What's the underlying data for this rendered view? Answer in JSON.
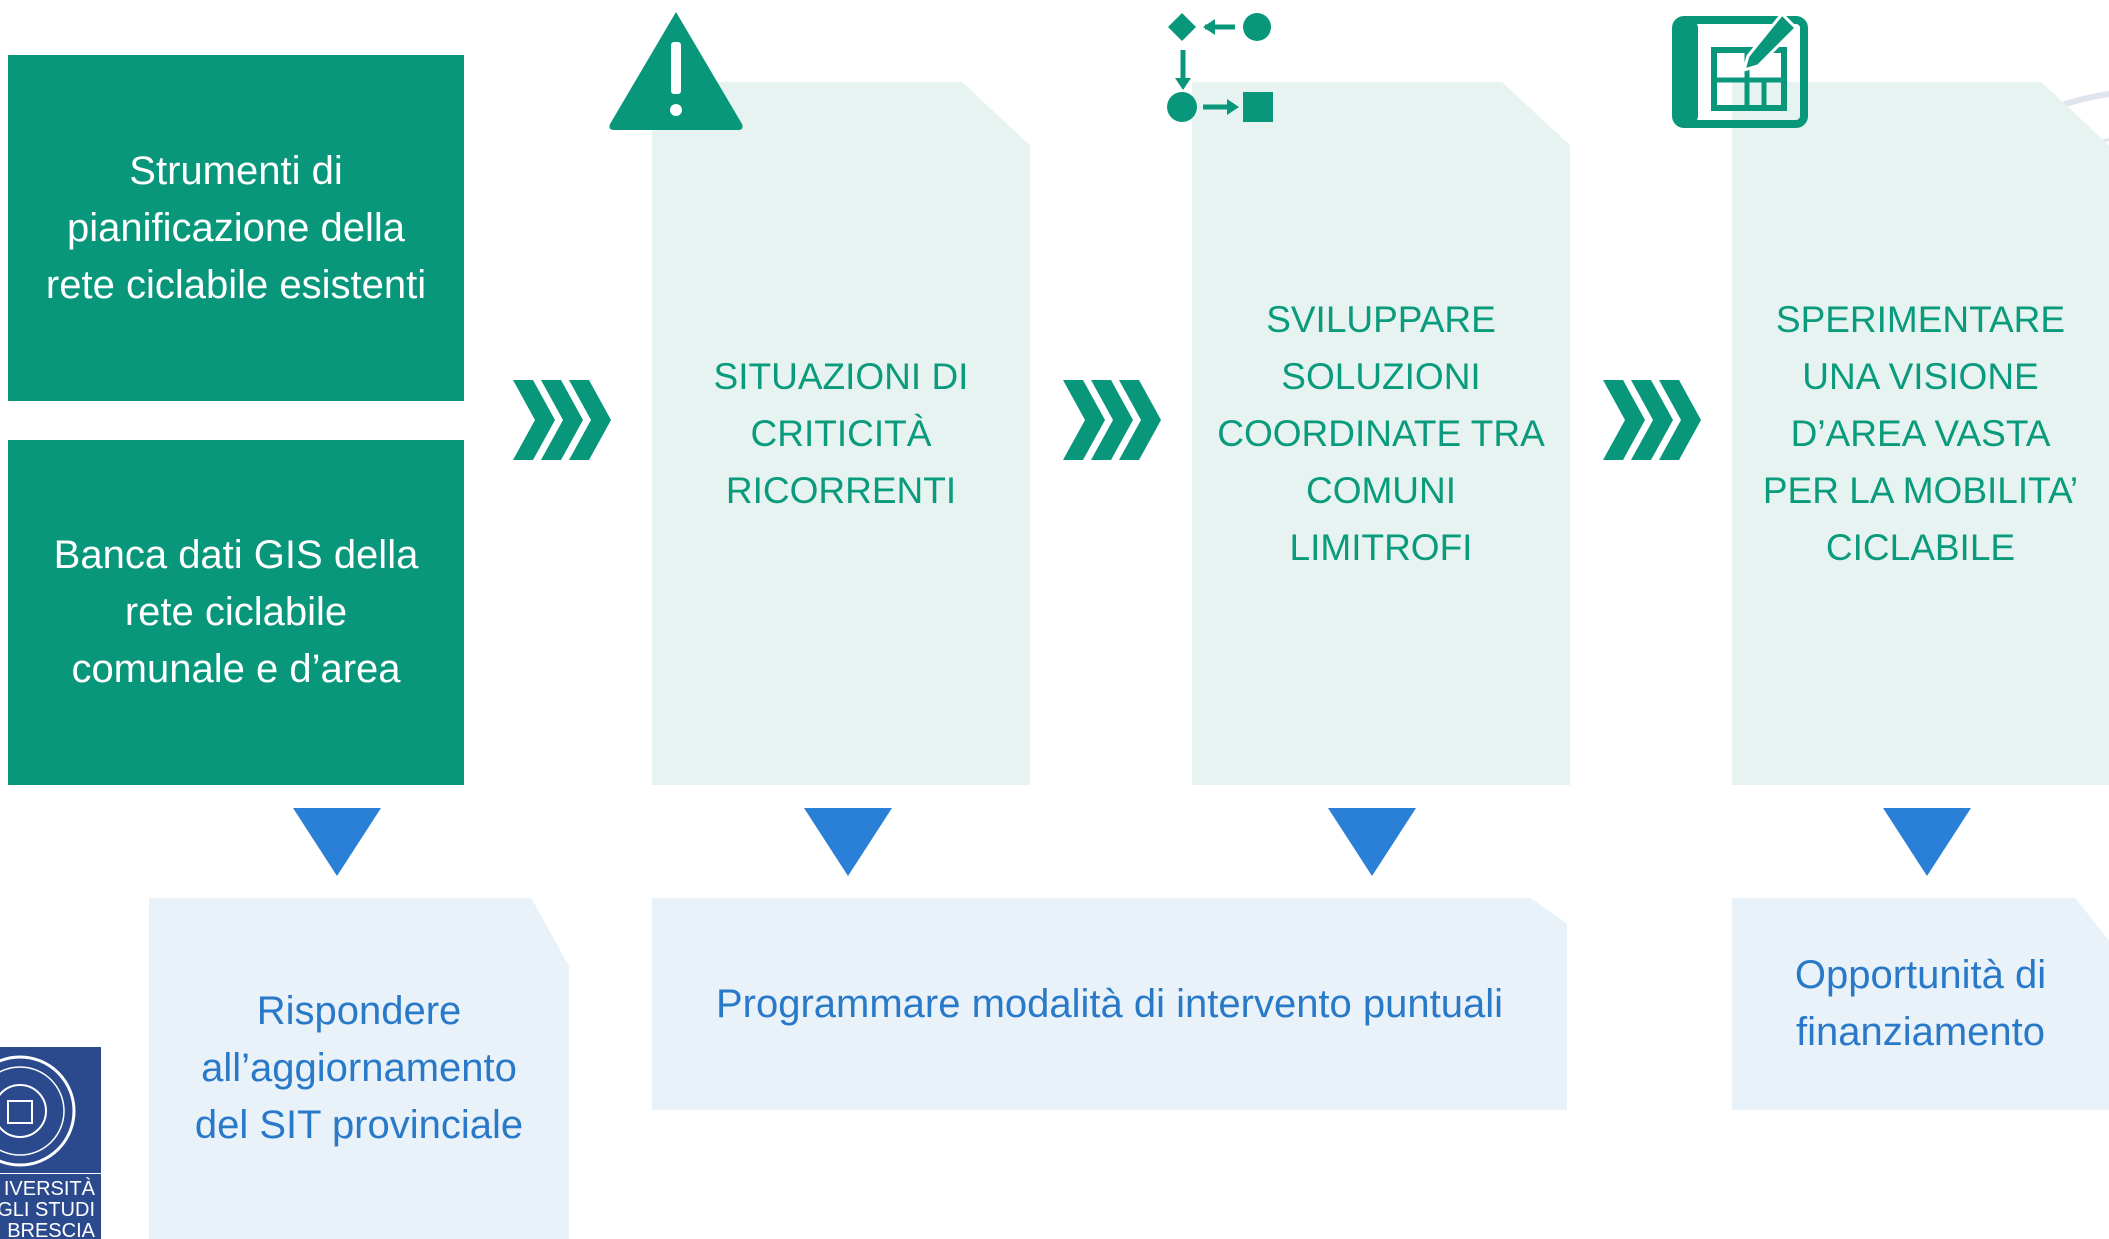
{
  "left_panel": {
    "box_1": "Strumenti di pianificazione della rete ciclabile esistenti",
    "box_2": "Banca dati GIS della rete ciclabile comunale e d’area"
  },
  "steps": [
    {
      "icon": "warning-icon",
      "text": "SITUAZIONI DI CRITICITÀ RICORRENTI"
    },
    {
      "icon": "workflow-icon",
      "text": "SVILUPPARE SOLUZIONI COORDINATE TRA COMUNI LIMITROFI"
    },
    {
      "icon": "blueprint-icon",
      "text": "SPERIMENTARE UNA VISIONE D’AREA VASTA PER LA MOBILITA’ CICLABILE"
    }
  ],
  "outcomes": {
    "outcome_1": "Rispondere all’aggiornamento del SIT provinciale",
    "outcome_2": "Programmare modalità di intervento puntuali",
    "outcome_3": "Opportunità di finanziamento"
  },
  "logo": {
    "text": "IVERSITÀ\nGLI STUDI\nBRESCIA"
  },
  "colors": {
    "primary_green": "#08977a",
    "mint_card": "#e6f3f0",
    "light_blue_card": "#e9f1f9",
    "blue_text": "#2979c9",
    "arrow_blue": "#2a7fd6",
    "logo_blue": "#2b4a8e"
  }
}
